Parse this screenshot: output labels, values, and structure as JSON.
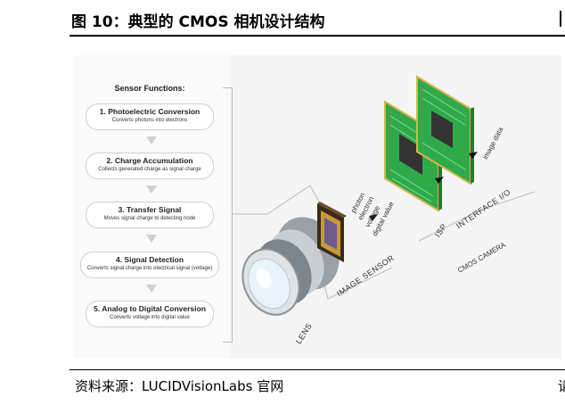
{
  "figure": {
    "title": "图 10：典型的 CMOS 相机设计结构",
    "source": "资料来源：LUCIDVisionLabs 官网",
    "corner_glyph": "请"
  },
  "sensor_functions": {
    "title": "Sensor Functions:",
    "steps": [
      {
        "title": "1. Photoelectric Conversion",
        "desc": "Converts photons into electrons"
      },
      {
        "title": "2. Charge Accumulation",
        "desc": "Collects generated charge as signal charge"
      },
      {
        "title": "3. Transfer Signal",
        "desc": "Moves signal charge to detecting node"
      },
      {
        "title": "4. Signal Detection",
        "desc": "Converts signal charge into electrical signal (voltage)"
      },
      {
        "title": "5. Analog to Digital Conversion",
        "desc": "Converts voltage into digital value"
      }
    ]
  },
  "components": {
    "lens": "LENS",
    "image_sensor": "IMAGE SENSOR",
    "isp": "ISP",
    "interface": "INTERFACE I/O",
    "camera": "CMOS CAMERA"
  },
  "signals": [
    "photon",
    "electron",
    "voltage",
    "digital value"
  ],
  "output": "image data",
  "colors": {
    "pcb": "#2faa4a",
    "pcb_dark": "#1f7d33",
    "gold": "#d8b44a",
    "sensor": "#7a5a2a"
  }
}
